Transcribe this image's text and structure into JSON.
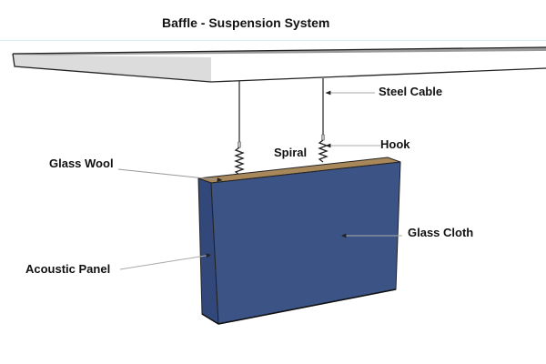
{
  "title": "Baffle - Suspension System",
  "colors": {
    "panel_front": "#3c5386",
    "panel_side": "#33487a",
    "glass_wool": "#a8875a",
    "ceiling_front": "#dcdcdc",
    "ceiling_top": "#9a9a9a",
    "divider": "#d6ecf6"
  },
  "labels": {
    "steel_cable": "Steel Cable",
    "hook": "Hook",
    "spiral": "Spiral",
    "glass_wool": "Glass Wool",
    "glass_cloth": "Glass Cloth",
    "acoustic_panel": "Acoustic Panel"
  }
}
